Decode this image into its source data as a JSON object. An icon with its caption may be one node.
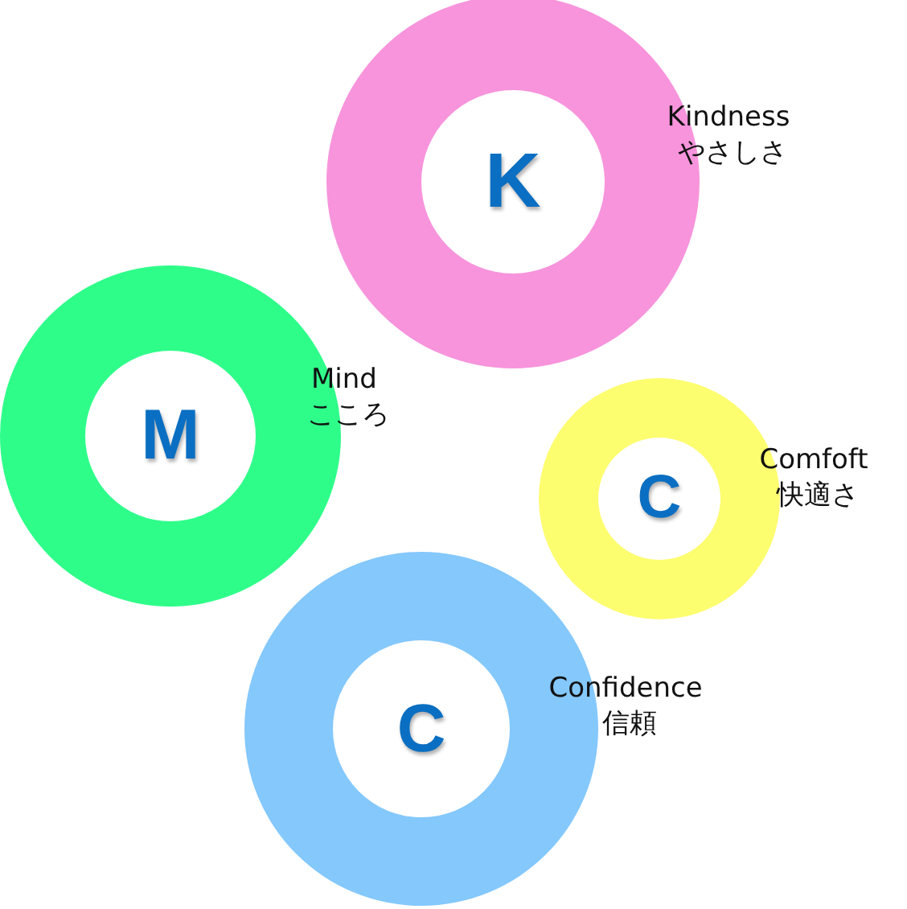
{
  "diagram": {
    "nodes": [
      {
        "text": [
          "K",
          "Kindness やさしさ"
        ]
      },
      {
        "text": [
          "M",
          "Mind こころ"
        ]
      },
      {
        "text": [
          "C",
          "Comfoft 快適さ"
        ]
      },
      {
        "text": [
          "C",
          "Confidence 信頼"
        ]
      }
    ]
  }
}
